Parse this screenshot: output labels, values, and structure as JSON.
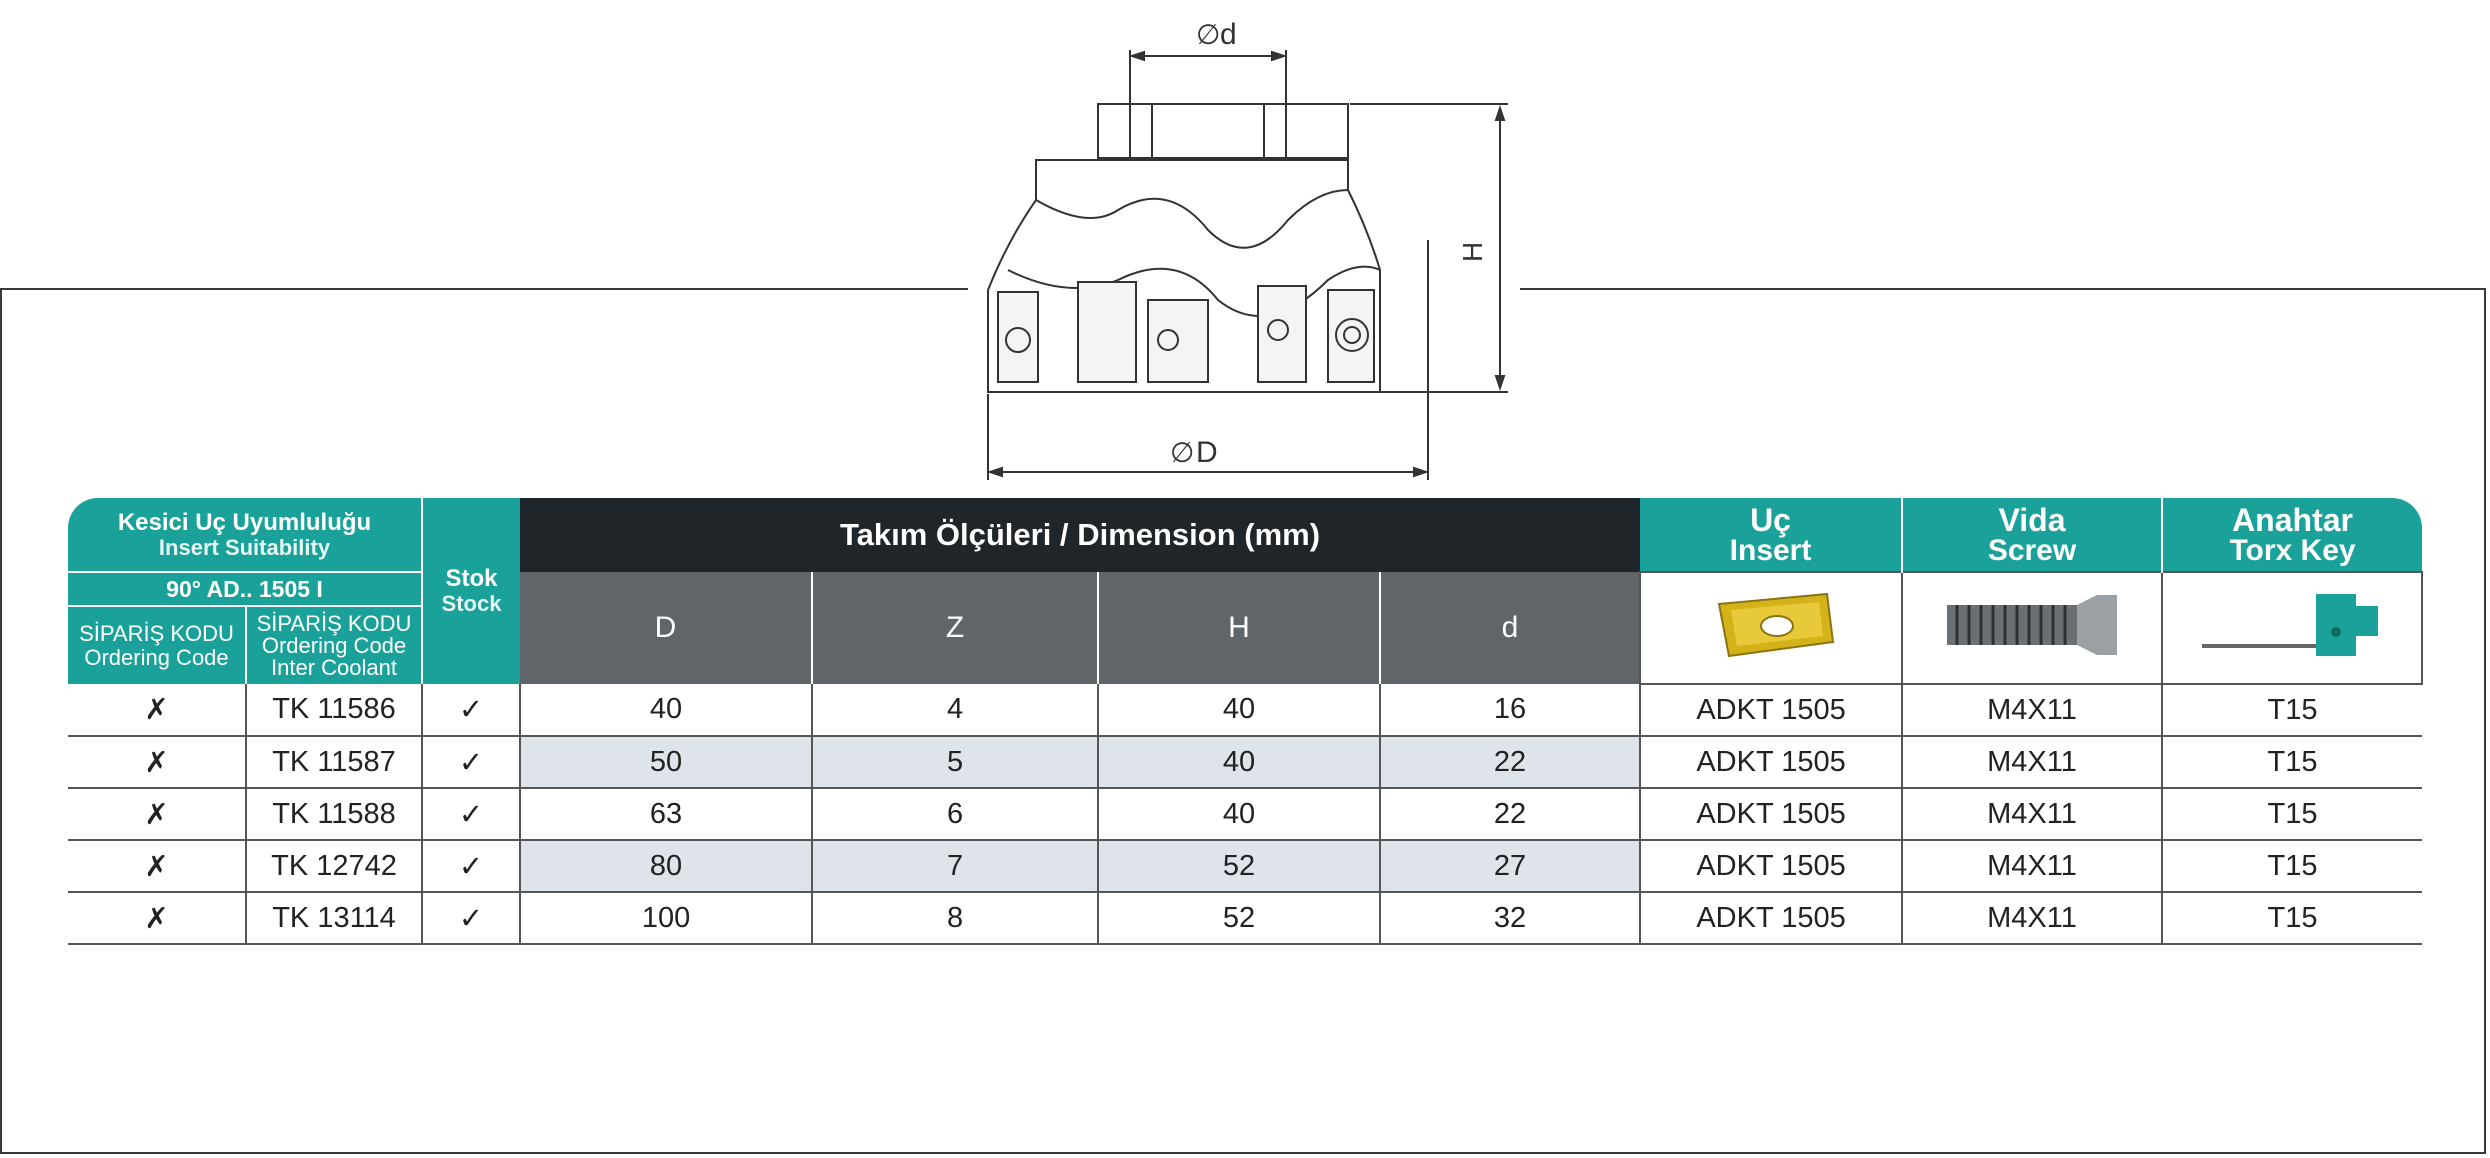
{
  "drawing": {
    "label_d": "d",
    "label_D": "D",
    "label_H": "H",
    "diameter_symbol": "∅"
  },
  "table": {
    "insert_suitability_tr": "Kesici Uç Uyumluluğu",
    "insert_suitability_en": "Insert Suitability",
    "insert_type": "90° AD.. 1505 I",
    "ordering_code_tr": "SİPARİŞ KODU",
    "ordering_code_en": "Ordering Code",
    "ordering_code2_tr": "SİPARİŞ KODU",
    "ordering_code2_en": "Ordering Code",
    "ordering_code2_note": "Inter Coolant",
    "stock_tr": "Stok",
    "stock_en": "Stock",
    "dimension_tr": "Takım Ölçüleri /",
    "dimension_en": "Dimension (mm)",
    "insert_tr": "Uç",
    "insert_en": "Insert",
    "screw_tr": "Vida",
    "screw_en": "Screw",
    "key_tr": "Anahtar",
    "key_en": "Torx Key",
    "col_D": "D",
    "col_Z": "Z",
    "col_H": "H",
    "col_d": "d",
    "rows": [
      {
        "std": "✗",
        "code": "TK 11586",
        "stock": "✓",
        "D": "40",
        "Z": "4",
        "H": "40",
        "d": "16",
        "insert": "ADKT 1505",
        "screw": "M4X11",
        "key": "T15"
      },
      {
        "std": "✗",
        "code": "TK 11587",
        "stock": "✓",
        "D": "50",
        "Z": "5",
        "H": "40",
        "d": "22",
        "insert": "ADKT 1505",
        "screw": "M4X11",
        "key": "T15"
      },
      {
        "std": "✗",
        "code": "TK 11588",
        "stock": "✓",
        "D": "63",
        "Z": "6",
        "H": "40",
        "d": "22",
        "insert": "ADKT 1505",
        "screw": "M4X11",
        "key": "T15"
      },
      {
        "std": "✗",
        "code": "TK 12742",
        "stock": "✓",
        "D": "80",
        "Z": "7",
        "H": "52",
        "d": "27",
        "insert": "ADKT 1505",
        "screw": "M4X11",
        "key": "T15"
      },
      {
        "std": "✗",
        "code": "TK 13114",
        "stock": "✓",
        "D": "100",
        "Z": "8",
        "H": "52",
        "d": "32",
        "insert": "ADKT 1505",
        "screw": "M4X11",
        "key": "T15"
      }
    ]
  },
  "colors": {
    "teal": "#1aa29a",
    "dark": "#1f2528",
    "grey": "#5f6569",
    "shade": "#dfe3ea"
  }
}
